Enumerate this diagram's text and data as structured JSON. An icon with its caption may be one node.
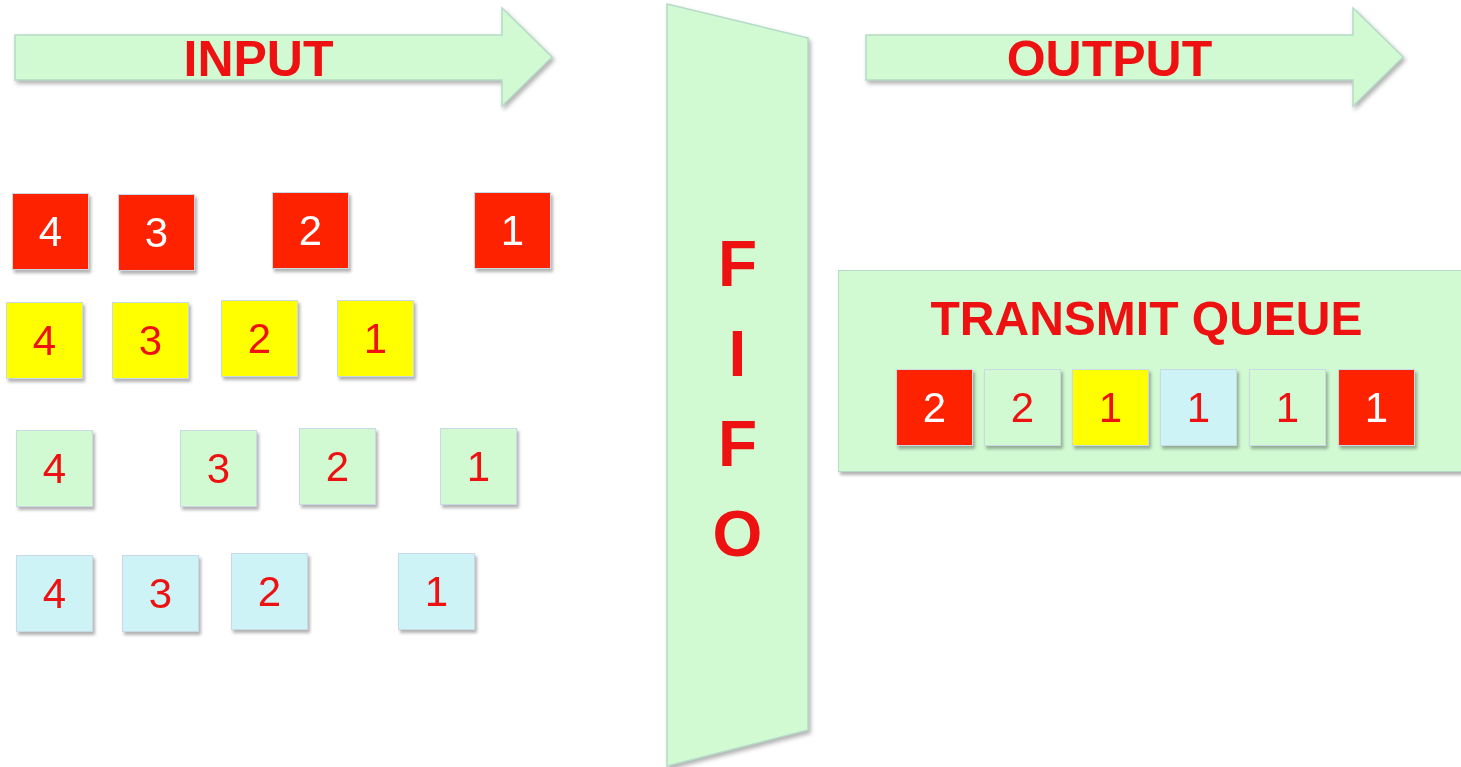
{
  "diagram": {
    "nodes": [
      {
        "text": [
          "INPUT"
        ]
      },
      {
        "text": [
          "F I F O"
        ]
      },
      {
        "text": [
          "OUTPUT"
        ]
      },
      {
        "text": [
          "4"
        ]
      },
      {
        "text": [
          "3"
        ]
      },
      {
        "text": [
          "2"
        ]
      },
      {
        "text": [
          "1"
        ]
      },
      {
        "text": [
          "4"
        ]
      },
      {
        "text": [
          "3"
        ]
      },
      {
        "text": [
          "2"
        ]
      },
      {
        "text": [
          "1"
        ]
      },
      {
        "text": [
          "4"
        ]
      },
      {
        "text": [
          "3"
        ]
      },
      {
        "text": [
          "2"
        ]
      },
      {
        "text": [
          "1"
        ]
      },
      {
        "text": [
          "4"
        ]
      },
      {
        "text": [
          "3"
        ]
      },
      {
        "text": [
          "2"
        ]
      },
      {
        "text": [
          "1"
        ]
      },
      {
        "text": [
          "TRANSMIT QUEUE"
        ]
      },
      {
        "text": [
          "2"
        ],
        "in": 19
      },
      {
        "text": [
          "2"
        ],
        "in": 19
      },
      {
        "text": [
          "1"
        ],
        "in": 19
      },
      {
        "text": [
          "1"
        ],
        "in": 19
      },
      {
        "text": [
          "1"
        ],
        "in": 19
      },
      {
        "text": [
          "1"
        ],
        "in": 19
      }
    ],
    "edges": []
  }
}
